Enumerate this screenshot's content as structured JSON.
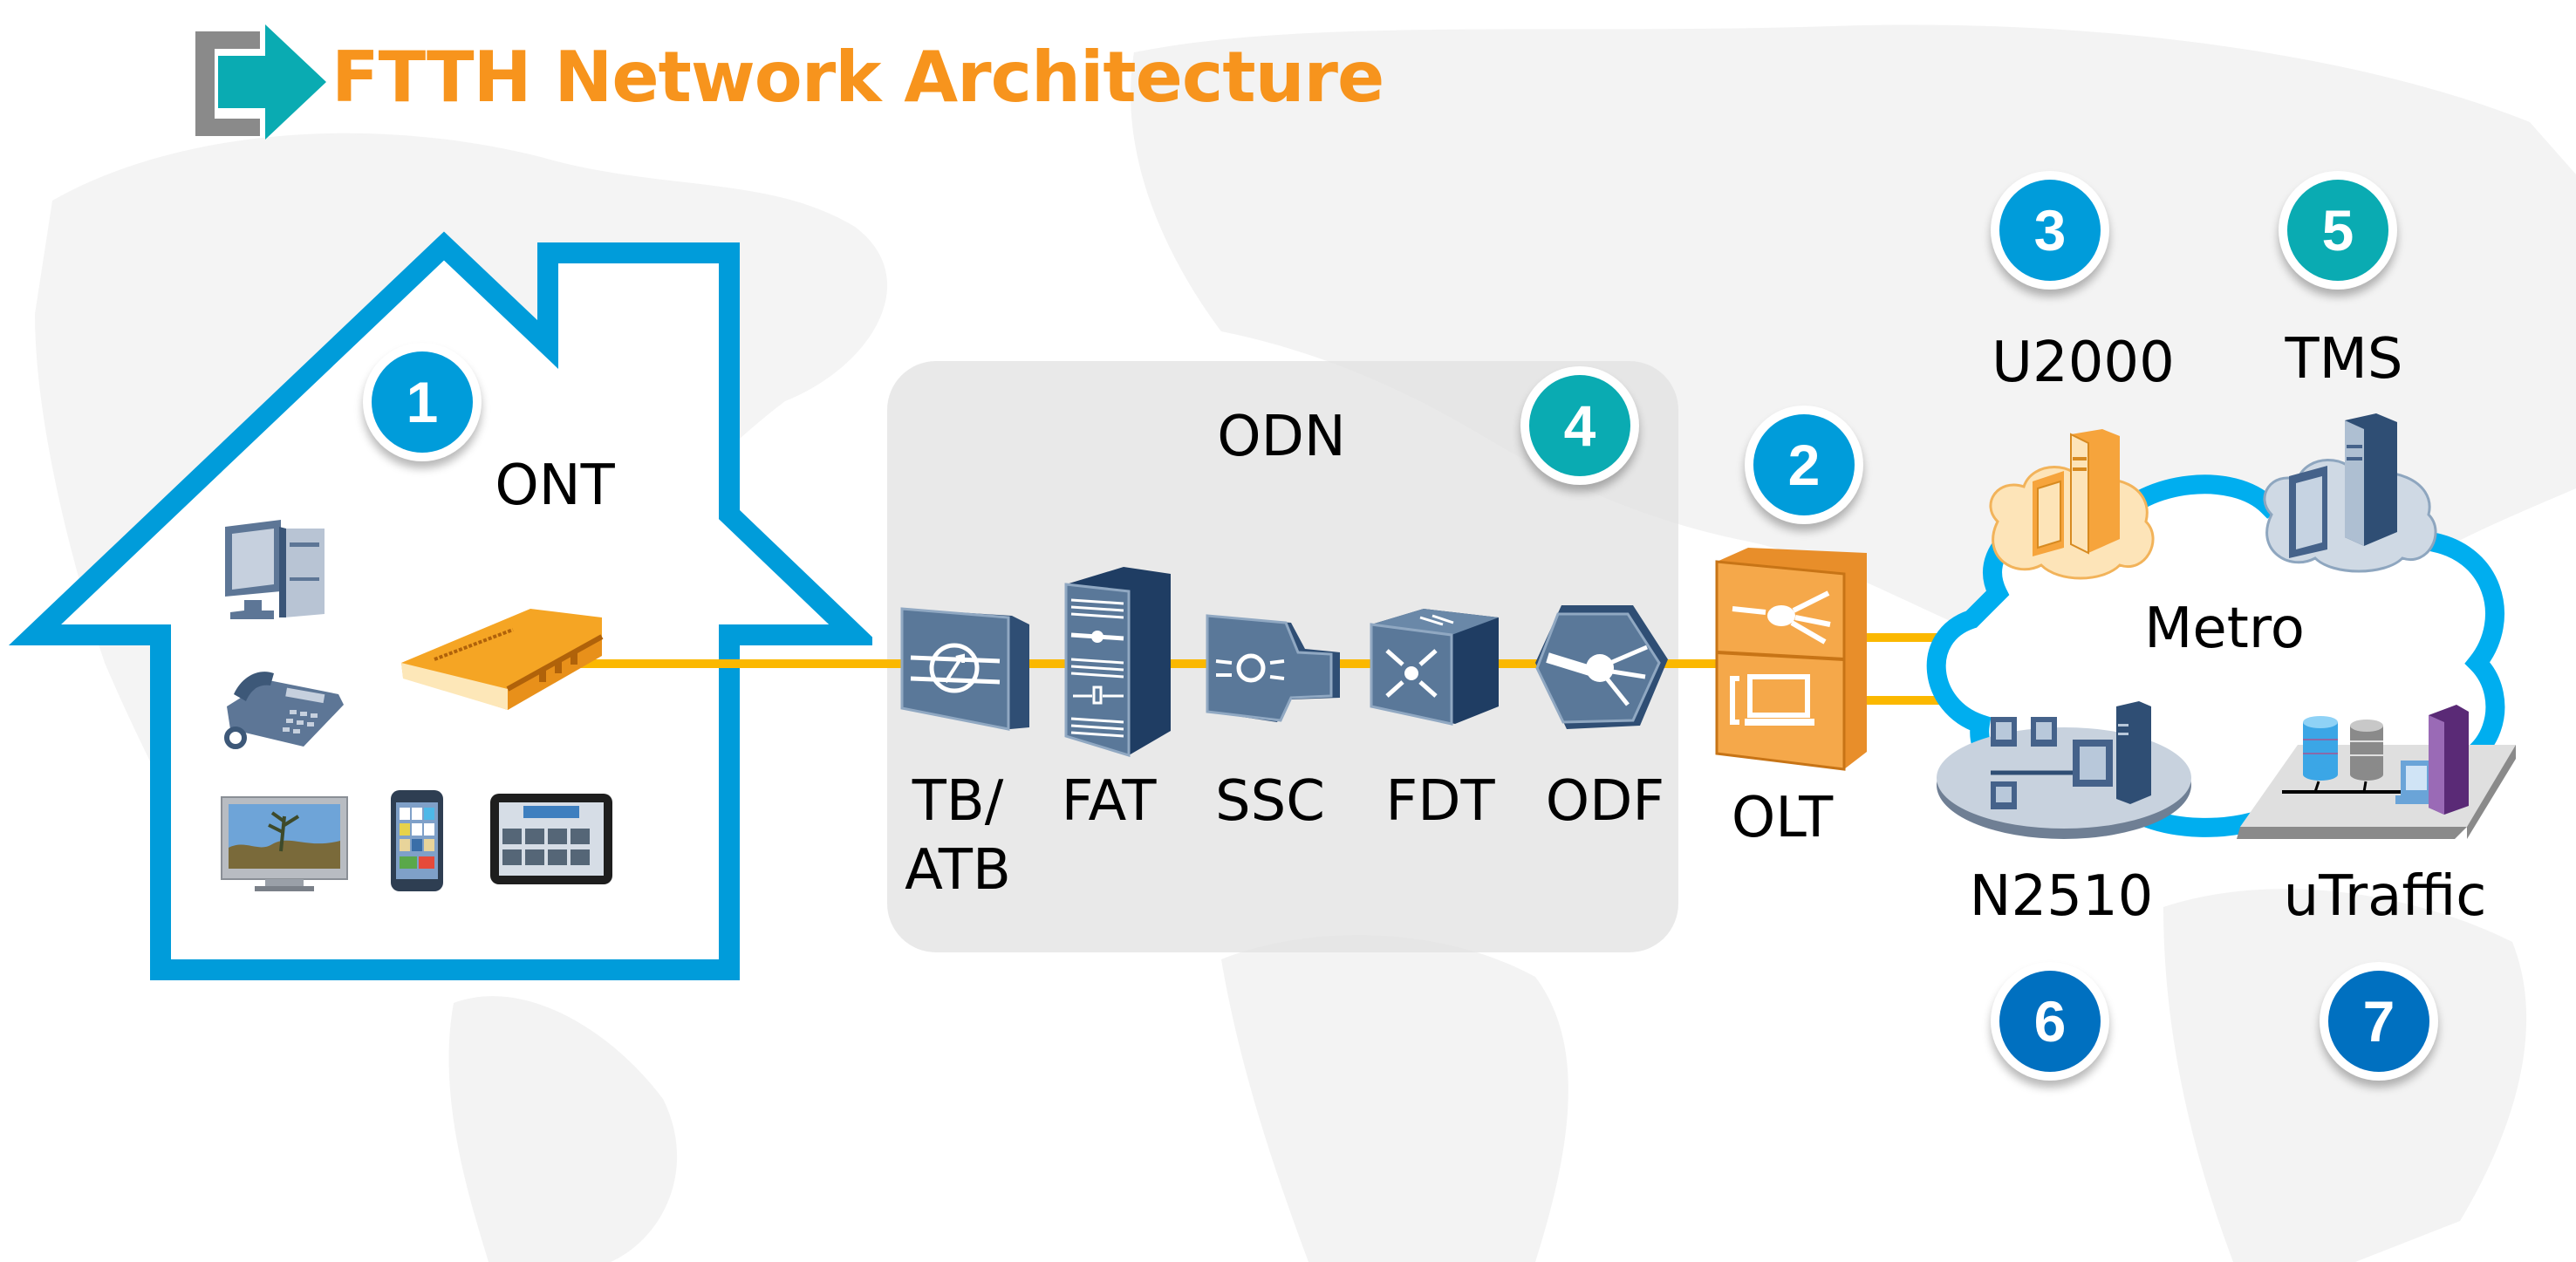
{
  "title": "FTTH Network Architecture",
  "colors": {
    "title": "#F7941D",
    "house_outline": "#009CDA",
    "fiber_line": "#FBB800",
    "badge_blue": "#009CDA",
    "badge_teal": "#0AABB2",
    "badge_darkblue": "#0070C0",
    "device_blue": "#4F6D8F",
    "device_orange": "#F5A342",
    "cloud_outline": "#00AEEF"
  },
  "header": {
    "logo_icon": "arrow-into-bracket-icon"
  },
  "home": {
    "badge": "1",
    "label": "ONT",
    "terminals": [
      {
        "icon": "desktop-computer-icon"
      },
      {
        "icon": "desk-phone-icon"
      },
      {
        "icon": "television-icon"
      },
      {
        "icon": "smartphone-icon"
      },
      {
        "icon": "tablet-icon"
      }
    ],
    "device_icon": "ont-modem-icon"
  },
  "odn": {
    "badge": "4",
    "label": "ODN",
    "devices": [
      {
        "label_line1": "TB/",
        "label_line2": "ATB",
        "icon": "terminal-box-icon"
      },
      {
        "label_line1": "FAT",
        "icon": "fiber-access-terminal-icon"
      },
      {
        "label_line1": "SSC",
        "icon": "splitting-splicing-closure-icon"
      },
      {
        "label_line1": "FDT",
        "icon": "fiber-distribution-terminal-icon"
      },
      {
        "label_line1": "ODF",
        "icon": "optical-distribution-frame-icon"
      }
    ]
  },
  "olt": {
    "badge": "2",
    "label": "OLT",
    "icon": "olt-chassis-icon"
  },
  "metro": {
    "label": "Metro",
    "systems": [
      {
        "badge": "3",
        "label": "U2000",
        "icon": "nms-server-orange-icon"
      },
      {
        "badge": "5",
        "label": "TMS",
        "icon": "nms-server-blue-icon"
      },
      {
        "badge": "6",
        "label": "N2510",
        "icon": "lan-workstations-icon"
      },
      {
        "badge": "7",
        "label": "uTraffic",
        "icon": "database-platform-icon"
      }
    ]
  }
}
